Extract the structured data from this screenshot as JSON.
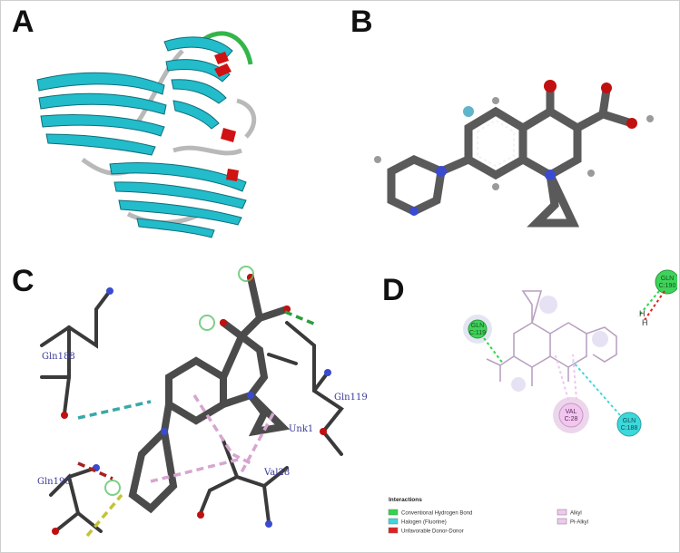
{
  "panels": {
    "a": {
      "letter": "A"
    },
    "b": {
      "letter": "B"
    },
    "c": {
      "letter": "C",
      "residues": {
        "gln188": "Gln188",
        "gln119": "Gln119",
        "unk": "Unk1",
        "val28": "Val28",
        "gln190": "Gln190"
      }
    },
    "d": {
      "letter": "D",
      "residues": {
        "gln119": {
          "res": "GLN",
          "chain": "C:119"
        },
        "gln190": {
          "res": "GLN",
          "chain": "C:190"
        },
        "val28": {
          "res": "VAL",
          "chain": "C:28"
        },
        "gln188": {
          "res": "GLN",
          "chain": "C:188"
        }
      },
      "atoms": {
        "h": "H"
      }
    }
  },
  "legend": {
    "title": "Interactions",
    "items": [
      {
        "label": "Conventional Hydrogen Bond",
        "color": "#2fd64a"
      },
      {
        "label": "Halogen (Fluorine)",
        "color": "#3cd8dc"
      },
      {
        "label": "Unfavorable Donor-Donor",
        "color": "#e0201f"
      },
      {
        "label": "Alkyl",
        "color": "#f1c6ef"
      },
      {
        "label": "Pi-Alkyl",
        "color": "#f1c6ef"
      }
    ]
  },
  "colors": {
    "sheet": "#22bccb",
    "coil": "#b9b9b9",
    "turn": "#34b54a",
    "helix": "#d01212",
    "carbon": "#5a5a5a",
    "oxygen": "#c01010",
    "nitrogen": "#3a4bd0",
    "fluorine": "#61b5c8"
  }
}
